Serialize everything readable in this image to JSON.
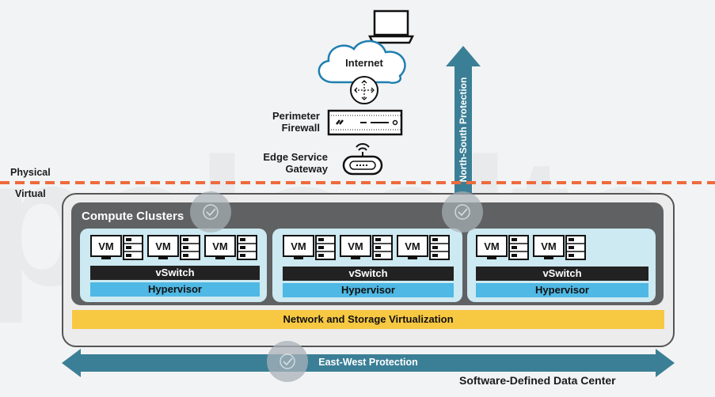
{
  "top": {
    "internet": "Internet",
    "perimeter_line1": "Perimeter",
    "perimeter_line2": "Firewall",
    "edge_line1": "Edge Service",
    "edge_line2": "Gateway"
  },
  "divider": {
    "physical": "Physical",
    "virtual": "Virtual"
  },
  "ns_protection": "North-South Protection",
  "compute": {
    "title": "Compute Clusters",
    "clusters": [
      {
        "vms": [
          "VM",
          "VM",
          "VM"
        ],
        "vswitch": "vSwitch",
        "hypervisor": "Hypervisor"
      },
      {
        "vms": [
          "VM",
          "VM",
          "VM"
        ],
        "vswitch": "vSwitch",
        "hypervisor": "Hypervisor"
      },
      {
        "vms": [
          "VM",
          "VM"
        ],
        "vswitch": "vSwitch",
        "hypervisor": "Hypervisor"
      }
    ]
  },
  "virtualization": "Network and Storage Virtualization",
  "ew_protection": "East-West Protection",
  "footer": "Software-Defined Data Center",
  "colors": {
    "orange": "#ef6a3c",
    "teal": "#3b7f96",
    "blue": "#4fb8e4",
    "yellow": "#f7c842",
    "dark_panel": "#5f6162"
  }
}
